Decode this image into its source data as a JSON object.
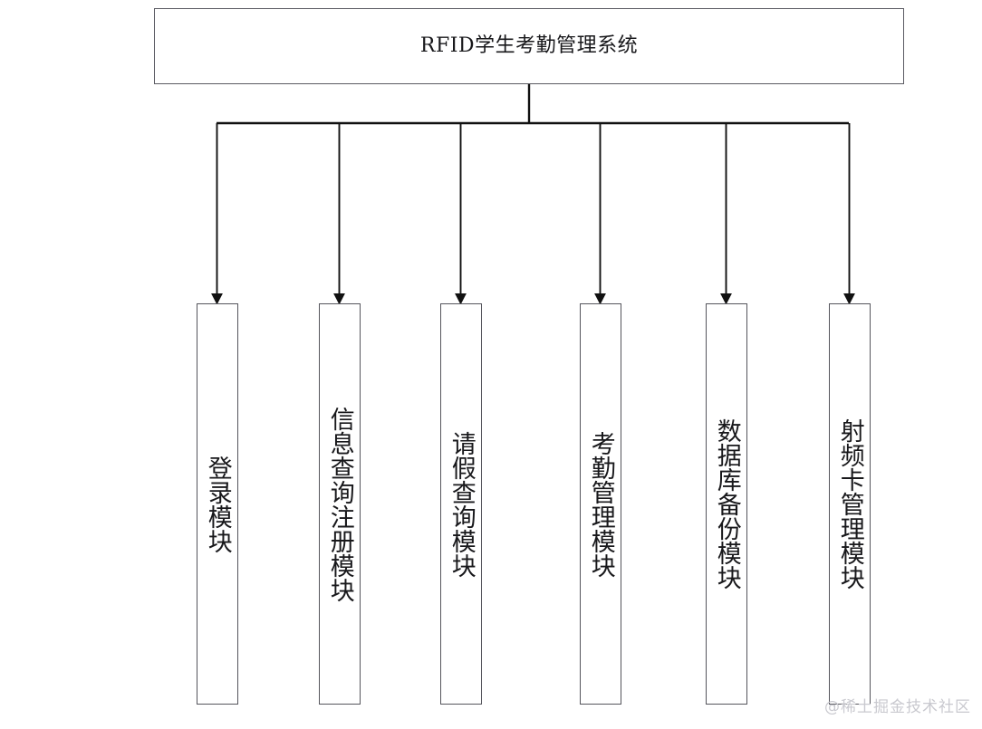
{
  "diagram": {
    "type": "tree",
    "orientation": "top-down",
    "background_color": "#ffffff",
    "line_color": "#111111",
    "box_border_color": "#55555c",
    "text_color": "#18181b",
    "root": {
      "label": "RFID学生考勤管理系统"
    },
    "modules": [
      {
        "label": "登录模块"
      },
      {
        "label": "信息查询注册模块"
      },
      {
        "label": "请假查询模块"
      },
      {
        "label": "考勤管理模块"
      },
      {
        "label": "数据库备份模块"
      },
      {
        "label": "射频卡管理模块"
      }
    ]
  },
  "watermark": {
    "text": "@稀土掘金技术社区"
  }
}
